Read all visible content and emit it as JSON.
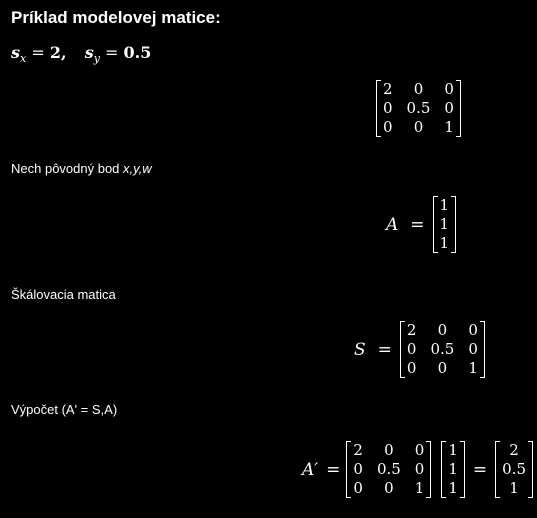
{
  "title": "Príklad modelovej matice:",
  "params": {
    "sx_symbol": "s",
    "sx_sub": "x",
    "sx_eq": " = ",
    "sx_value": "2,",
    "sy_symbol": "s",
    "sy_sub": "y",
    "sy_eq": " = ",
    "sy_value": "0.5"
  },
  "model_matrix": [
    [
      "2",
      "0",
      "0"
    ],
    [
      "0",
      "0.5",
      "0"
    ],
    [
      "0",
      "0",
      "1"
    ]
  ],
  "point_label": {
    "prefix": "Nech pôvodný bod ",
    "vars": "x,y,w"
  },
  "point": {
    "symbol": "A",
    "eq": "=",
    "vector": [
      "1",
      "1",
      "1"
    ]
  },
  "scale_label": "Škálovacia matica",
  "scale": {
    "symbol": "S",
    "eq": "=",
    "matrix": [
      [
        "2",
        "0",
        "0"
      ],
      [
        "0",
        "0.5",
        "0"
      ],
      [
        "0",
        "0",
        "1"
      ]
    ]
  },
  "calc_label": "Výpočet (A' = S,A)",
  "calc": {
    "symbol": "A′",
    "eq1": "=",
    "eq2": "=",
    "matrix": [
      [
        "2",
        "0",
        "0"
      ],
      [
        "0",
        "0.5",
        "0"
      ],
      [
        "0",
        "0",
        "1"
      ]
    ],
    "vector": [
      "1",
      "1",
      "1"
    ],
    "result": [
      "2",
      "0.5",
      "1"
    ]
  },
  "colors": {
    "background": "#000000",
    "text": "#ffffff"
  }
}
